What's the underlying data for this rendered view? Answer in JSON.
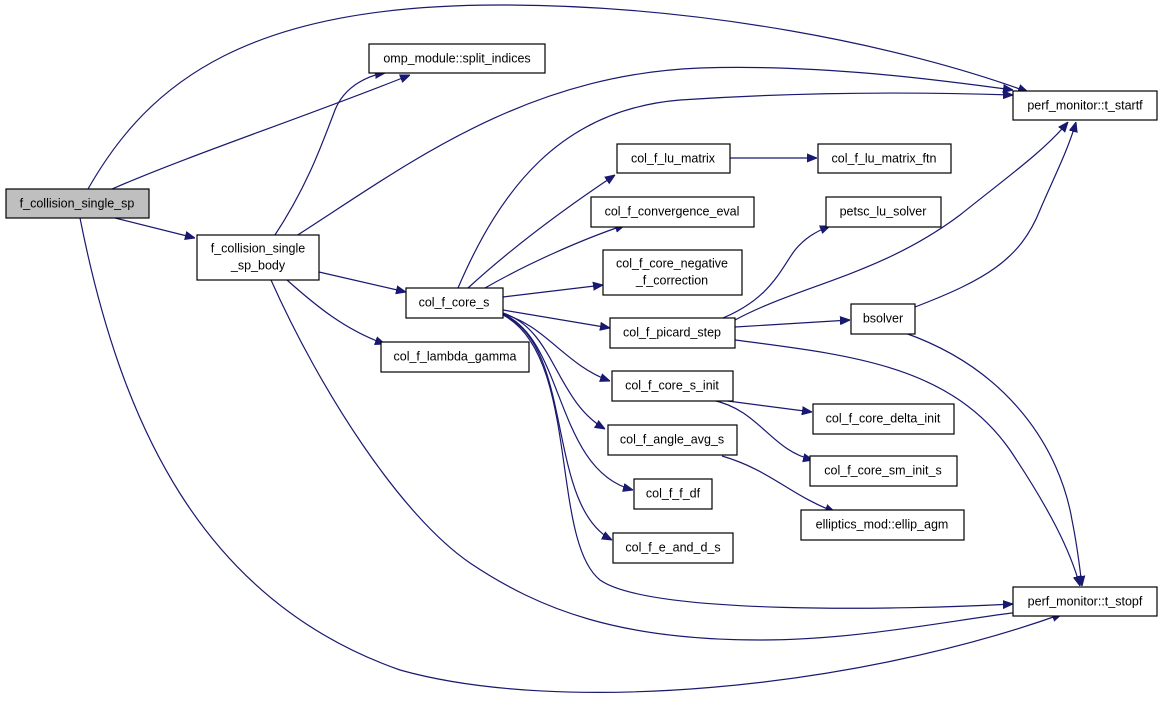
{
  "diagram": {
    "type": "call-graph",
    "colors": {
      "edge": "#191970",
      "node_border": "#000000",
      "root_fill": "#bfbfbf",
      "node_fill": "#ffffff"
    },
    "nodes": [
      {
        "id": "root",
        "lines": [
          "f_collision_single_sp"
        ],
        "highlighted": true
      },
      {
        "id": "body",
        "lines": [
          "f_collision_single",
          "_sp_body"
        ]
      },
      {
        "id": "omp",
        "lines": [
          "omp_module::split_indices"
        ]
      },
      {
        "id": "tstart",
        "lines": [
          "perf_monitor::t_startf"
        ]
      },
      {
        "id": "tstop",
        "lines": [
          "perf_monitor::t_stopf"
        ]
      },
      {
        "id": "core",
        "lines": [
          "col_f_core_s"
        ]
      },
      {
        "id": "lambda",
        "lines": [
          "col_f_lambda_gamma"
        ]
      },
      {
        "id": "lu",
        "lines": [
          "col_f_lu_matrix"
        ]
      },
      {
        "id": "luftn",
        "lines": [
          "col_f_lu_matrix_ftn"
        ]
      },
      {
        "id": "conv",
        "lines": [
          "col_f_convergence_eval"
        ]
      },
      {
        "id": "neg",
        "lines": [
          "col_f_core_negative",
          "_f_correction"
        ]
      },
      {
        "id": "picard",
        "lines": [
          "col_f_picard_step"
        ]
      },
      {
        "id": "petsc",
        "lines": [
          "petsc_lu_solver"
        ]
      },
      {
        "id": "bsolv",
        "lines": [
          "bsolver"
        ]
      },
      {
        "id": "init",
        "lines": [
          "col_f_core_s_init"
        ]
      },
      {
        "id": "delta",
        "lines": [
          "col_f_core_delta_init"
        ]
      },
      {
        "id": "sminit",
        "lines": [
          "col_f_core_sm_init_s"
        ]
      },
      {
        "id": "angle",
        "lines": [
          "col_f_angle_avg_s"
        ]
      },
      {
        "id": "ellip",
        "lines": [
          "elliptics_mod::ellip_agm"
        ]
      },
      {
        "id": "ffdf",
        "lines": [
          "col_f_f_df"
        ]
      },
      {
        "id": "eandd",
        "lines": [
          "col_f_e_and_d_s"
        ]
      }
    ],
    "edges": [
      [
        "root",
        "omp"
      ],
      [
        "root",
        "tstart"
      ],
      [
        "root",
        "body"
      ],
      [
        "root",
        "tstop"
      ],
      [
        "body",
        "omp"
      ],
      [
        "body",
        "tstart"
      ],
      [
        "body",
        "core"
      ],
      [
        "body",
        "lambda"
      ],
      [
        "body",
        "tstop"
      ],
      [
        "core",
        "tstart"
      ],
      [
        "core",
        "lu"
      ],
      [
        "core",
        "conv"
      ],
      [
        "core",
        "neg"
      ],
      [
        "core",
        "picard"
      ],
      [
        "core",
        "init"
      ],
      [
        "core",
        "angle"
      ],
      [
        "core",
        "ffdf"
      ],
      [
        "core",
        "eandd"
      ],
      [
        "core",
        "tstop"
      ],
      [
        "lu",
        "luftn"
      ],
      [
        "picard",
        "petsc"
      ],
      [
        "picard",
        "tstart"
      ],
      [
        "picard",
        "bsolv"
      ],
      [
        "picard",
        "tstop"
      ],
      [
        "bsolv",
        "tstart"
      ],
      [
        "bsolv",
        "tstop"
      ],
      [
        "init",
        "delta"
      ],
      [
        "init",
        "sminit"
      ],
      [
        "angle",
        "ellip"
      ]
    ]
  }
}
